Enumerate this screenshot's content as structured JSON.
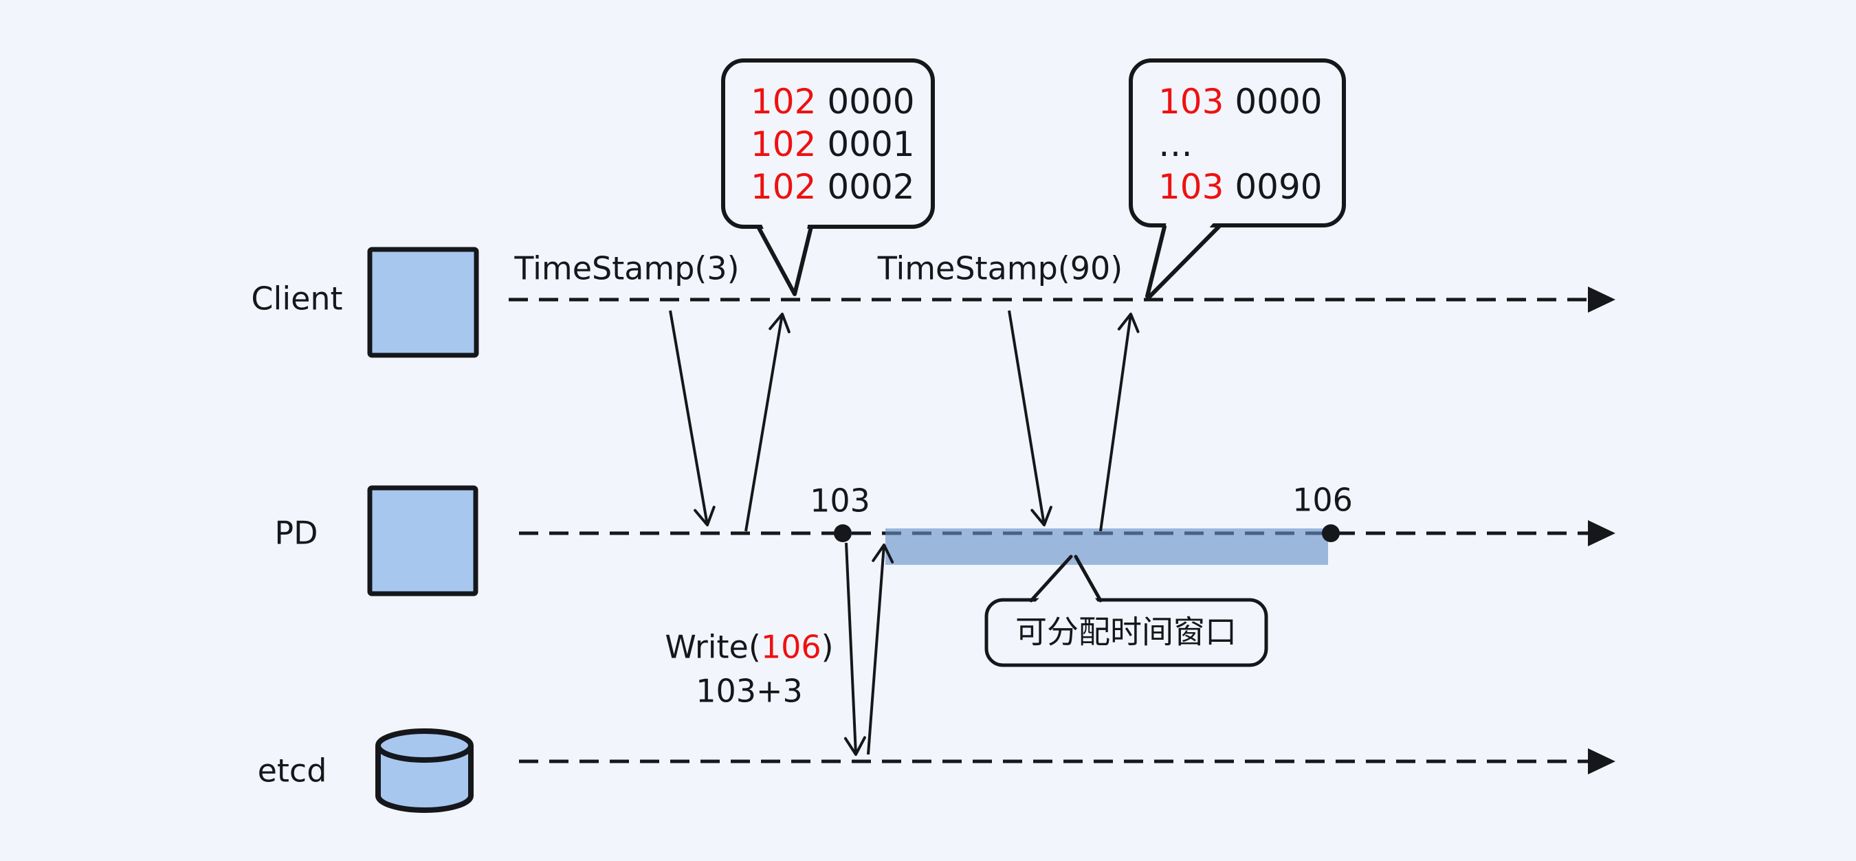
{
  "colors": {
    "background": "#f2f5fb",
    "nodeFill": "#a8c7ef",
    "windowFill": "rgba(102,146,200,0.62)",
    "stroke": "#15171b",
    "red": "#ee1111",
    "text": "#15171b"
  },
  "lanes": [
    {
      "label": "Client",
      "shape": "square"
    },
    {
      "label": "PD",
      "shape": "square"
    },
    {
      "label": "etcd",
      "shape": "database-cylinder"
    }
  ],
  "calls": {
    "ts3_label": "TimeStamp(3)",
    "ts90_label": "TimeStamp(90)",
    "write_prefix": "Write(",
    "write_value": "106",
    "write_suffix": ")",
    "write_sub": "103+3"
  },
  "points": {
    "start": "103",
    "end": "106"
  },
  "window_label": "可分配时间窗口",
  "bubbles": [
    {
      "lines": [
        {
          "red": "102",
          "black": " 0000"
        },
        {
          "red": "102",
          "black": " 0001"
        },
        {
          "red": "102",
          "black": " 0002"
        }
      ]
    },
    {
      "lines": [
        {
          "red": "103",
          "black": " 0000"
        },
        {
          "red": "",
          "black": "…"
        },
        {
          "red": "103",
          "black": " 0090"
        }
      ]
    }
  ]
}
